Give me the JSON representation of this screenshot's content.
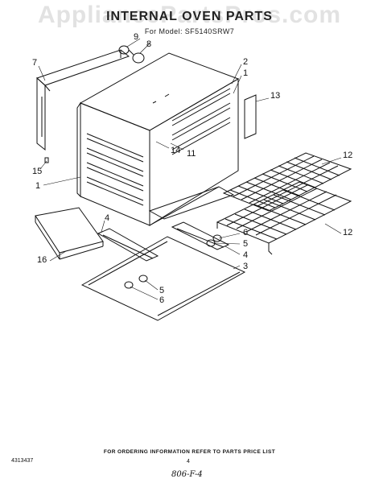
{
  "watermark": "AppliancePartsPros.com",
  "title": "INTERNAL OVEN PARTS",
  "model_line": "For Model: SF5140SRW7",
  "footer_note": "FOR ORDERING INFORMATION REFER TO PARTS PRICE LIST",
  "doc_number": "4313437",
  "page_number": "4",
  "handwritten_note": "806-F-4",
  "callouts": {
    "c9": "9",
    "c8": "8",
    "c7": "7",
    "c2": "2",
    "c1_top": "1",
    "c13": "13",
    "c11": "11",
    "c14": "14",
    "c15": "15",
    "c1_left": "1",
    "c12_top": "12",
    "c12_bottom": "12",
    "c4_left": "4",
    "c16": "16",
    "c6_right": "6",
    "c5_right": "5",
    "c4_right": "4",
    "c3": "3",
    "c5_bottom": "5",
    "c6_bottom": "6"
  }
}
